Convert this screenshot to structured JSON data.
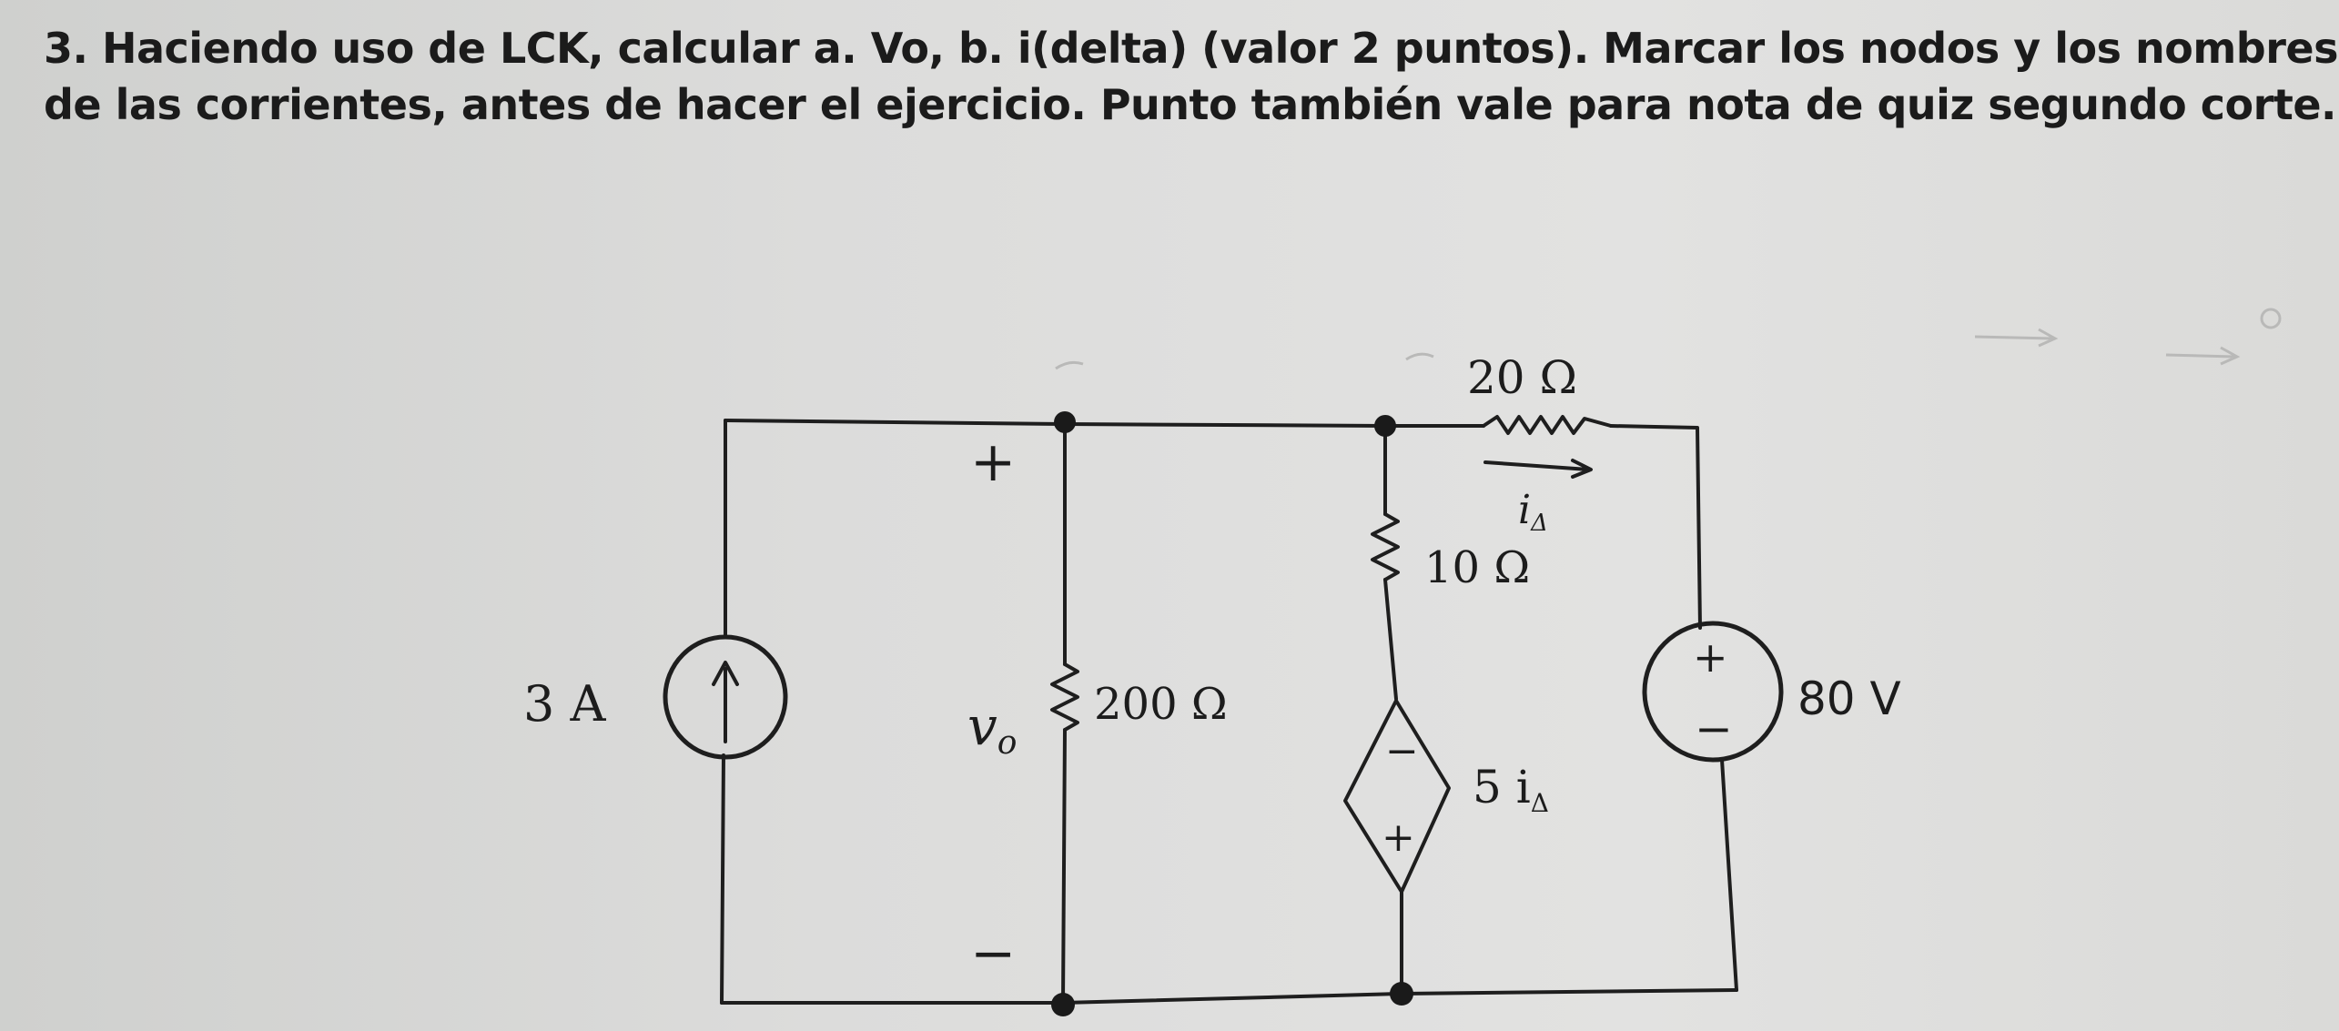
{
  "question": {
    "line1": "3. Haciendo uso de LCK, calcular a. Vo, b. i(delta) (valor 2 puntos). Marcar los nodos y los nombres",
    "line2": "de las corrientes, antes de hacer el ejercicio. Punto también vale para nota de quiz segundo corte."
  },
  "circuit": {
    "current_source_label": "3 A",
    "vo_label": "v",
    "vo_subscript": "o",
    "vo_plus": "+",
    "vo_minus": "−",
    "r200_label": "200 Ω",
    "r20_label": "20 Ω",
    "r10_label": "10 Ω",
    "idelta_label": "i",
    "idelta_subscript": "Δ",
    "dep_source_label": "5 i",
    "dep_source_subscript": "Δ",
    "dep_plus": "+",
    "dep_minus": "−",
    "vsource_label": "80 V",
    "vsource_plus": "+",
    "vsource_minus": "−"
  }
}
